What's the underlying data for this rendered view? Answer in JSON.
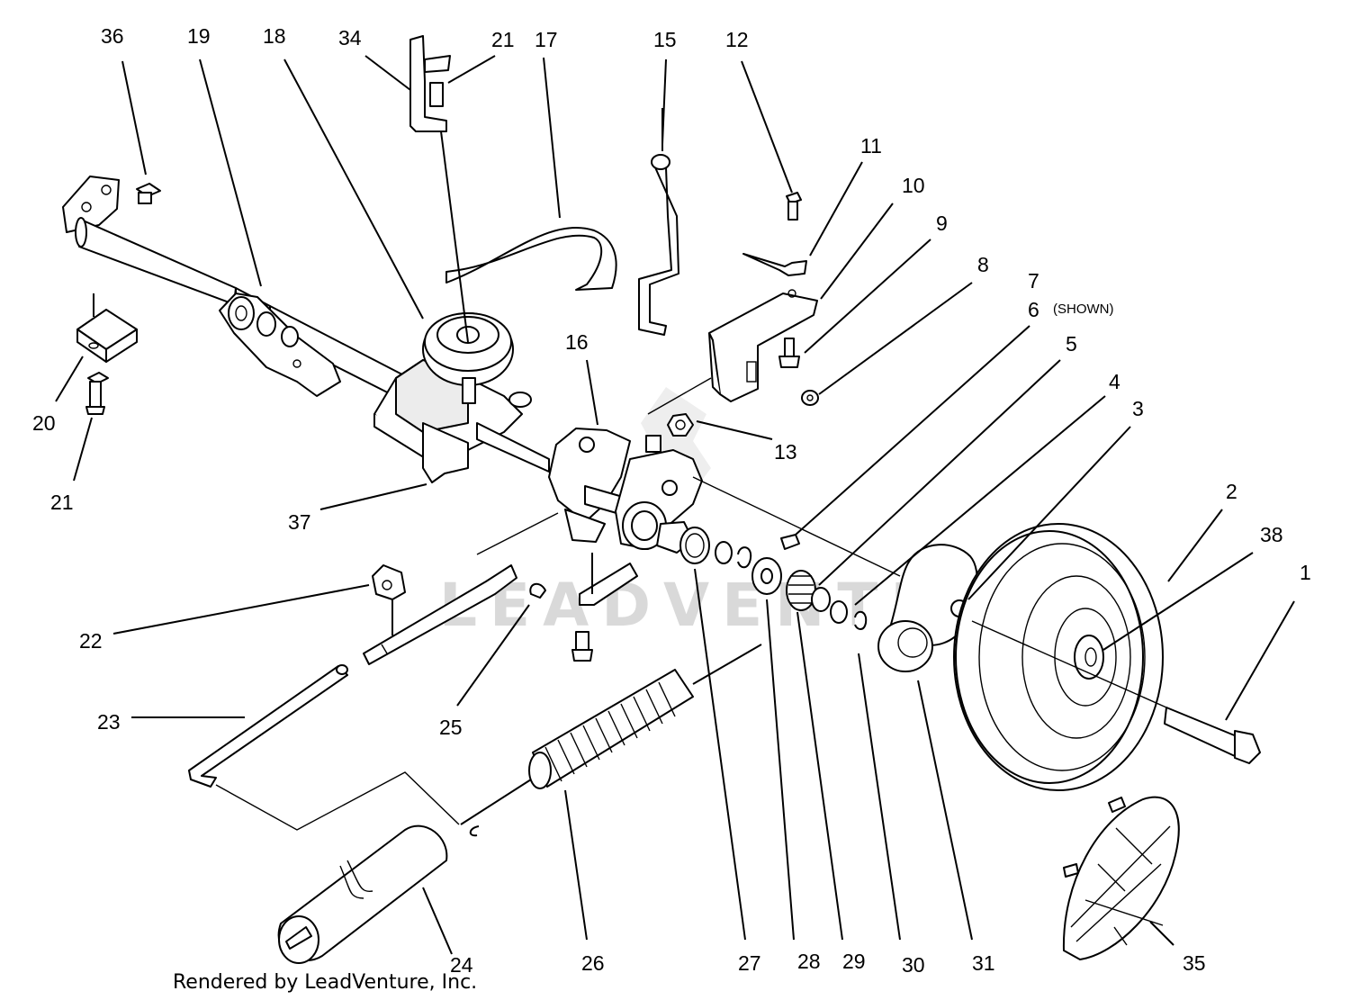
{
  "diagram": {
    "callouts": [
      {
        "num": "36"
      },
      {
        "num": "19"
      },
      {
        "num": "18"
      },
      {
        "num": "34"
      },
      {
        "num": "21"
      },
      {
        "num": "17"
      },
      {
        "num": "15"
      },
      {
        "num": "12"
      },
      {
        "num": "11"
      },
      {
        "num": "10"
      },
      {
        "num": "9"
      },
      {
        "num": "8"
      },
      {
        "num": "7"
      },
      {
        "num": "6"
      },
      {
        "num": "5"
      },
      {
        "num": "4"
      },
      {
        "num": "3"
      },
      {
        "num": "2"
      },
      {
        "num": "38"
      },
      {
        "num": "1"
      },
      {
        "num": "16"
      },
      {
        "num": "13"
      },
      {
        "num": "20"
      },
      {
        "num": "21"
      },
      {
        "num": "37"
      },
      {
        "num": "22"
      },
      {
        "num": "23"
      },
      {
        "num": "25"
      },
      {
        "num": "24"
      },
      {
        "num": "26"
      },
      {
        "num": "27"
      },
      {
        "num": "28"
      },
      {
        "num": "29"
      },
      {
        "num": "30"
      },
      {
        "num": "31"
      },
      {
        "num": "35"
      }
    ],
    "shown_note": "(SHOWN)",
    "watermark": "LEADVENTURE",
    "credit": "Rendered by LeadVenture, Inc."
  }
}
